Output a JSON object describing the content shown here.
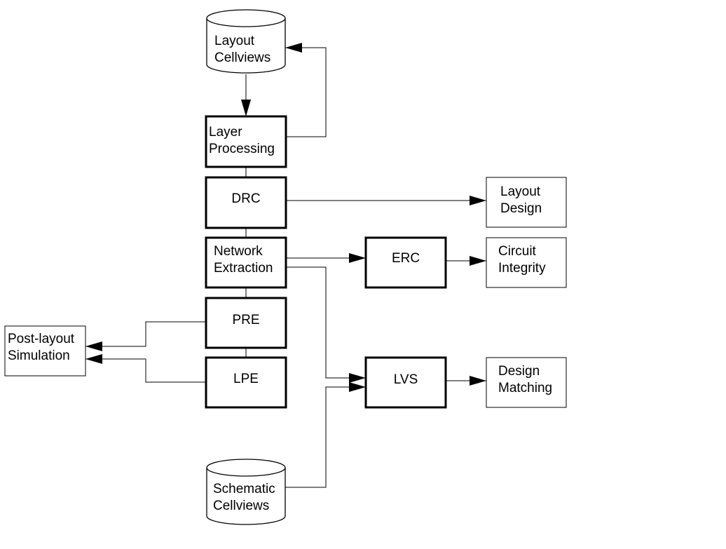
{
  "nodes": {
    "layout_cellviews": {
      "line1": "Layout",
      "line2": "Cellviews"
    },
    "layer_processing": {
      "line1": "Layer",
      "line2": "Processing"
    },
    "drc": {
      "label": "DRC"
    },
    "network_extraction": {
      "line1": "Network",
      "line2": "Extraction"
    },
    "pre": {
      "label": "PRE"
    },
    "lpe": {
      "label": "LPE"
    },
    "erc": {
      "label": "ERC"
    },
    "lvs": {
      "label": "LVS"
    },
    "layout_design": {
      "line1": "Layout",
      "line2": "Design"
    },
    "circuit_integrity": {
      "line1": "Circuit",
      "line2": "Integrity"
    },
    "design_matching": {
      "line1": "Design",
      "line2": "Matching"
    },
    "post_layout_simulation": {
      "line1": "Post-layout",
      "line2": "Simulation"
    },
    "schematic_cellviews": {
      "line1": "Schematic",
      "line2": "Cellviews"
    }
  },
  "edges": [
    {
      "from": "layout_cellviews",
      "to": "layer_processing"
    },
    {
      "from": "layer_processing",
      "to": "layout_cellviews"
    },
    {
      "from": "layer_processing",
      "to": "drc"
    },
    {
      "from": "drc",
      "to": "network_extraction"
    },
    {
      "from": "drc",
      "to": "layout_design"
    },
    {
      "from": "network_extraction",
      "to": "erc"
    },
    {
      "from": "network_extraction",
      "to": "lvs"
    },
    {
      "from": "network_extraction",
      "to": "pre"
    },
    {
      "from": "pre",
      "to": "lpe"
    },
    {
      "from": "erc",
      "to": "circuit_integrity"
    },
    {
      "from": "lvs",
      "to": "design_matching"
    },
    {
      "from": "pre",
      "to": "post_layout_simulation"
    },
    {
      "from": "lpe",
      "to": "post_layout_simulation"
    },
    {
      "from": "schematic_cellviews",
      "to": "lvs"
    }
  ]
}
